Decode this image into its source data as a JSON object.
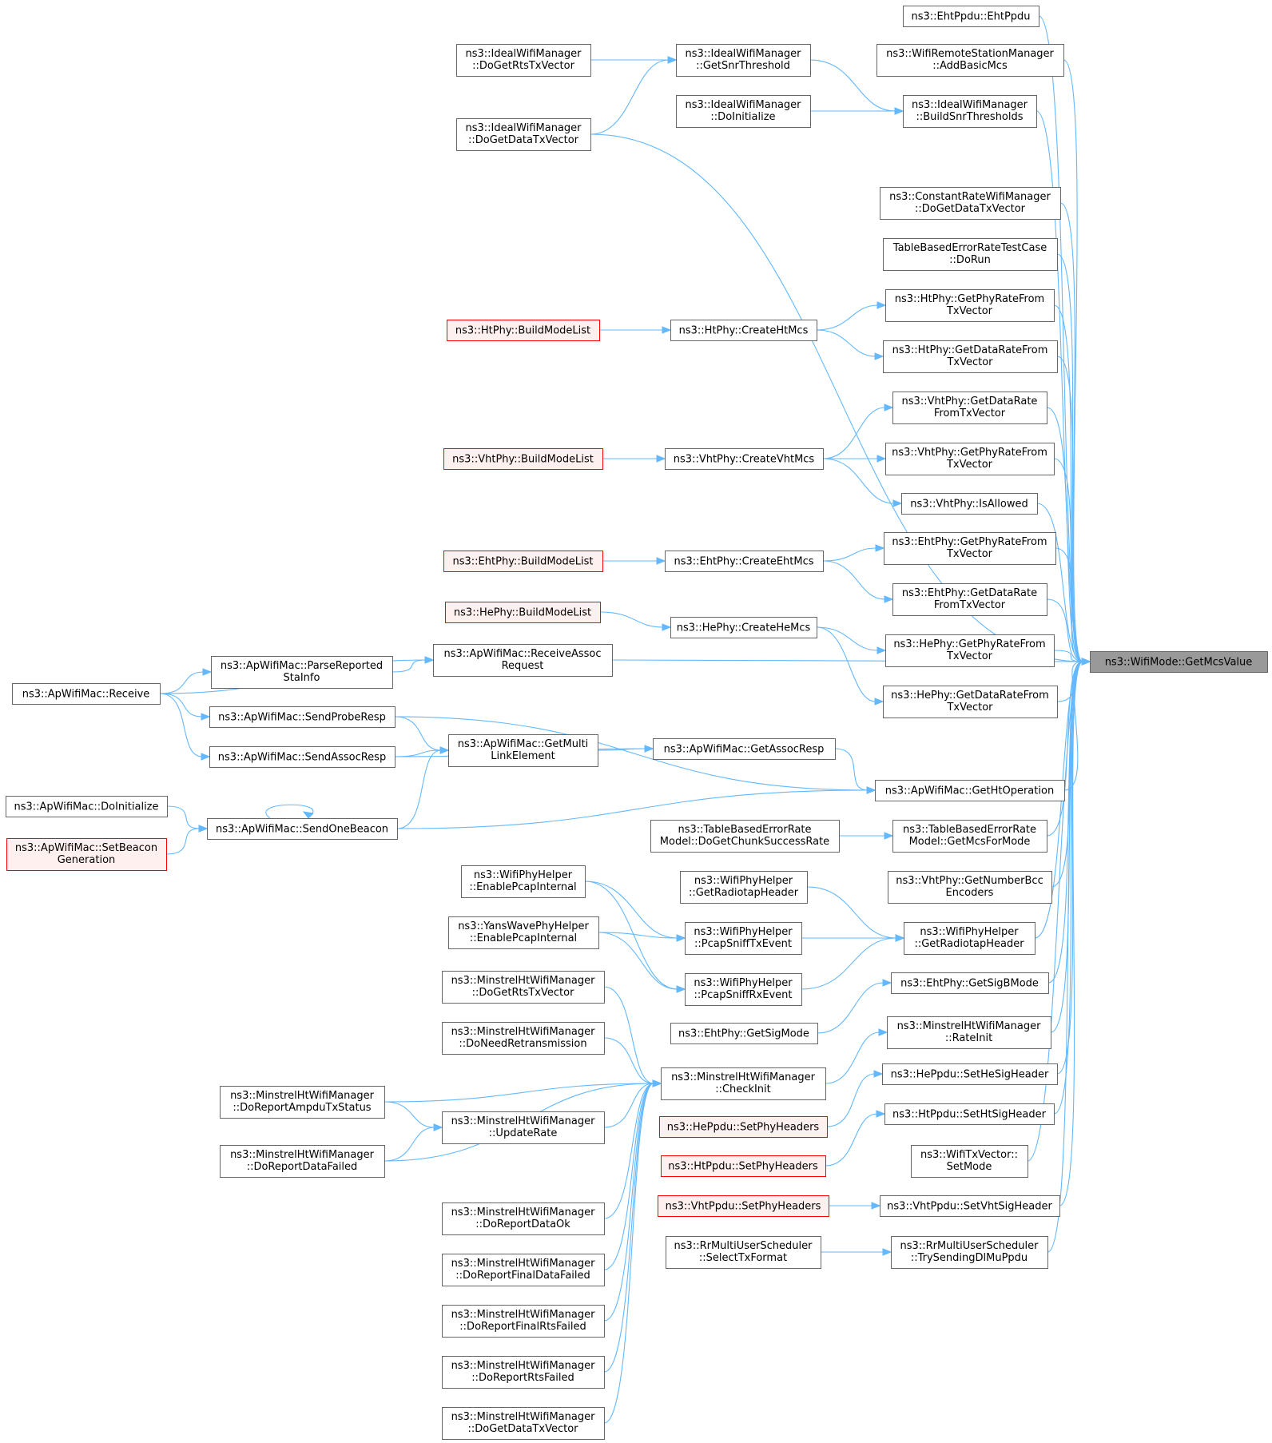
{
  "diagram": {
    "root": "ns3::WifiMode::GetMcsValue",
    "colors": {
      "edge": "#63b8ff",
      "node_border": "#666666",
      "red_border": "#ff0000",
      "red_fill": "#fff0f0",
      "root_fill": "#999999"
    },
    "nodes": [
      {
        "id": "root",
        "lines": [
          "ns3::WifiMode::GetMcsValue"
        ],
        "style": "root"
      },
      {
        "id": "eht_ppdu",
        "lines": [
          "ns3::EhtPpdu::EhtPpdu"
        ]
      },
      {
        "id": "addbasic",
        "lines": [
          "ns3::WifiRemoteStationManager",
          "::AddBasicMcs"
        ]
      },
      {
        "id": "bst",
        "lines": [
          "ns3::IdealWifiManager",
          "::BuildSnrThresholds"
        ]
      },
      {
        "id": "gst",
        "lines": [
          "ns3::IdealWifiManager",
          "::GetSnrThreshold"
        ]
      },
      {
        "id": "idoinit",
        "lines": [
          "ns3::IdealWifiManager",
          "::DoInitialize"
        ]
      },
      {
        "id": "idortsvec",
        "lines": [
          "ns3::IdealWifiManager",
          "::DoGetRtsTxVector"
        ]
      },
      {
        "id": "idodatavec",
        "lines": [
          "ns3::IdealWifiManager",
          "::DoGetDataTxVector"
        ]
      },
      {
        "id": "constrate",
        "lines": [
          "ns3::ConstantRateWifiManager",
          "::DoGetDataTxVector"
        ]
      },
      {
        "id": "tbtest",
        "lines": [
          "TableBasedErrorRateTestCase",
          "::DoRun"
        ]
      },
      {
        "id": "htphyrate",
        "lines": [
          "ns3::HtPhy::GetPhyRateFrom",
          "TxVector"
        ]
      },
      {
        "id": "htdatarate",
        "lines": [
          "ns3::HtPhy::GetDataRateFrom",
          "TxVector"
        ]
      },
      {
        "id": "htcreate",
        "lines": [
          "ns3::HtPhy::CreateHtMcs"
        ]
      },
      {
        "id": "htbuild",
        "lines": [
          "ns3::HtPhy::BuildModeList"
        ],
        "style": "red"
      },
      {
        "id": "vhtdatarate",
        "lines": [
          "ns3::VhtPhy::GetDataRate",
          "FromTxVector"
        ]
      },
      {
        "id": "vhtphyrate",
        "lines": [
          "ns3::VhtPhy::GetPhyRateFrom",
          "TxVector"
        ]
      },
      {
        "id": "vhtallowed",
        "lines": [
          "ns3::VhtPhy::IsAllowed"
        ]
      },
      {
        "id": "vhtcreate",
        "lines": [
          "ns3::VhtPhy::CreateVhtMcs"
        ]
      },
      {
        "id": "vhtbuild",
        "lines": [
          "ns3::VhtPhy::BuildModeList"
        ],
        "style": "red"
      },
      {
        "id": "ehtphyrate",
        "lines": [
          "ns3::EhtPhy::GetPhyRateFrom",
          "TxVector"
        ]
      },
      {
        "id": "ehtdatarate",
        "lines": [
          "ns3::EhtPhy::GetDataRate",
          "FromTxVector"
        ]
      },
      {
        "id": "ehtcreate",
        "lines": [
          "ns3::EhtPhy::CreateEhtMcs"
        ]
      },
      {
        "id": "ehtbuild",
        "lines": [
          "ns3::EhtPhy::BuildModeList"
        ],
        "style": "red"
      },
      {
        "id": "hephyrate",
        "lines": [
          "ns3::HePhy::GetPhyRateFrom",
          "TxVector"
        ]
      },
      {
        "id": "hedatarate",
        "lines": [
          "ns3::HePhy::GetDataRateFrom",
          "TxVector"
        ]
      },
      {
        "id": "hecreate",
        "lines": [
          "ns3::HePhy::CreateHeMcs"
        ]
      },
      {
        "id": "hebuild",
        "lines": [
          "ns3::HePhy::BuildModeList"
        ],
        "style": "red"
      },
      {
        "id": "recvassoc",
        "lines": [
          "ns3::ApWifiMac::ReceiveAssoc",
          "Request"
        ]
      },
      {
        "id": "parsesta",
        "lines": [
          "ns3::ApWifiMac::ParseReported",
          "StaInfo"
        ]
      },
      {
        "id": "receive",
        "lines": [
          "ns3::ApWifiMac::Receive"
        ]
      },
      {
        "id": "sendprobe",
        "lines": [
          "ns3::ApWifiMac::SendProbeResp"
        ]
      },
      {
        "id": "sendassoc",
        "lines": [
          "ns3::ApWifiMac::SendAssocResp"
        ]
      },
      {
        "id": "getmulti",
        "lines": [
          "ns3::ApWifiMac::GetMulti",
          "LinkElement"
        ]
      },
      {
        "id": "getassoc",
        "lines": [
          "ns3::ApWifiMac::GetAssocResp"
        ]
      },
      {
        "id": "gethtop",
        "lines": [
          "ns3::ApWifiMac::GetHtOperation"
        ]
      },
      {
        "id": "apdoinit",
        "lines": [
          "ns3::ApWifiMac::DoInitialize"
        ]
      },
      {
        "id": "sendbeacon",
        "lines": [
          "ns3::ApWifiMac::SendOneBeacon"
        ]
      },
      {
        "id": "setbeacon",
        "lines": [
          "ns3::ApWifiMac::SetBeacon",
          "Generation"
        ],
        "style": "red"
      },
      {
        "id": "tbchunk",
        "lines": [
          "ns3::TableBasedErrorRate",
          "Model::DoGetChunkSuccessRate"
        ]
      },
      {
        "id": "tbmcs",
        "lines": [
          "ns3::TableBasedErrorRate",
          "Model::GetMcsForMode"
        ]
      },
      {
        "id": "vhtbcc",
        "lines": [
          "ns3::VhtPhy::GetNumberBcc",
          "Encoders"
        ]
      },
      {
        "id": "radiotap_l",
        "lines": [
          "ns3::WifiPhyHelper",
          "::GetRadiotapHeader"
        ]
      },
      {
        "id": "radiotap_r",
        "lines": [
          "ns3::WifiPhyHelper",
          "::GetRadiotapHeader"
        ]
      },
      {
        "id": "enpcap",
        "lines": [
          "ns3::WifiPhyHelper",
          "::EnablePcapInternal"
        ]
      },
      {
        "id": "yanspcap",
        "lines": [
          "ns3::YansWavePhyHelper",
          "::EnablePcapInternal"
        ]
      },
      {
        "id": "sniffTx",
        "lines": [
          "ns3::WifiPhyHelper",
          "::PcapSniffTxEvent"
        ]
      },
      {
        "id": "sniffRx",
        "lines": [
          "ns3::WifiPhyHelper",
          "::PcapSniffRxEvent"
        ]
      },
      {
        "id": "ehtsigb",
        "lines": [
          "ns3::EhtPhy::GetSigBMode"
        ]
      },
      {
        "id": "ehtsig",
        "lines": [
          "ns3::EhtPhy::GetSigMode"
        ]
      },
      {
        "id": "rateinit",
        "lines": [
          "ns3::MinstrelHtWifiManager",
          "::RateInit"
        ]
      },
      {
        "id": "checkinit",
        "lines": [
          "ns3::MinstrelHtWifiManager",
          "::CheckInit"
        ]
      },
      {
        "id": "m_rts",
        "lines": [
          "ns3::MinstrelHtWifiManager",
          "::DoGetRtsTxVector"
        ]
      },
      {
        "id": "m_needre",
        "lines": [
          "ns3::MinstrelHtWifiManager",
          "::DoNeedRetransmission"
        ]
      },
      {
        "id": "m_ampdu",
        "lines": [
          "ns3::MinstrelHtWifiManager",
          "::DoReportAmpduTxStatus"
        ]
      },
      {
        "id": "m_update",
        "lines": [
          "ns3::MinstrelHtWifiManager",
          "::UpdateRate"
        ]
      },
      {
        "id": "m_datafail",
        "lines": [
          "ns3::MinstrelHtWifiManager",
          "::DoReportDataFailed"
        ]
      },
      {
        "id": "m_dataok",
        "lines": [
          "ns3::MinstrelHtWifiManager",
          "::DoReportDataOk"
        ]
      },
      {
        "id": "m_finaldata",
        "lines": [
          "ns3::MinstrelHtWifiManager",
          "::DoReportFinalDataFailed"
        ]
      },
      {
        "id": "m_finalrts",
        "lines": [
          "ns3::MinstrelHtWifiManager",
          "::DoReportFinalRtsFailed"
        ]
      },
      {
        "id": "m_rtsfail",
        "lines": [
          "ns3::MinstrelHtWifiManager",
          "::DoReportRtsFailed"
        ]
      },
      {
        "id": "m_datavec",
        "lines": [
          "ns3::MinstrelHtWifiManager",
          "::DoGetDataTxVector"
        ]
      },
      {
        "id": "hesig",
        "lines": [
          "ns3::HePpdu::SetHeSigHeader"
        ]
      },
      {
        "id": "hephyhdr",
        "lines": [
          "ns3::HePpdu::SetPhyHeaders"
        ],
        "style": "red"
      },
      {
        "id": "htsig",
        "lines": [
          "ns3::HtPpdu::SetHtSigHeader"
        ]
      },
      {
        "id": "htphyhdr",
        "lines": [
          "ns3::HtPpdu::SetPhyHeaders"
        ],
        "style": "red"
      },
      {
        "id": "txvecmode",
        "lines": [
          "ns3::WifiTxVector::",
          "SetMode"
        ]
      },
      {
        "id": "vhtphyhdr",
        "lines": [
          "ns3::VhtPpdu::SetPhyHeaders"
        ],
        "style": "red"
      },
      {
        "id": "vhtsig",
        "lines": [
          "ns3::VhtPpdu::SetVhtSigHeader"
        ]
      },
      {
        "id": "selecttx",
        "lines": [
          "ns3::RrMultiUserScheduler",
          "::SelectTxFormat"
        ]
      },
      {
        "id": "trysend",
        "lines": [
          "ns3::RrMultiUserScheduler",
          "::TrySendingDlMuPpdu"
        ]
      }
    ],
    "edges": [
      [
        "eht_ppdu",
        "root"
      ],
      [
        "addbasic",
        "root"
      ],
      [
        "bst",
        "root"
      ],
      [
        "idodatavec",
        "root"
      ],
      [
        "constrate",
        "root"
      ],
      [
        "tbtest",
        "root"
      ],
      [
        "htphyrate",
        "root"
      ],
      [
        "htdatarate",
        "root"
      ],
      [
        "vhtdatarate",
        "root"
      ],
      [
        "vhtphyrate",
        "root"
      ],
      [
        "vhtallowed",
        "root"
      ],
      [
        "ehtphyrate",
        "root"
      ],
      [
        "ehtdatarate",
        "root"
      ],
      [
        "hephyrate",
        "root"
      ],
      [
        "hedatarate",
        "root"
      ],
      [
        "recvassoc",
        "root"
      ],
      [
        "gethtop",
        "root"
      ],
      [
        "tbmcs",
        "root"
      ],
      [
        "vhtbcc",
        "root"
      ],
      [
        "radiotap_r",
        "root"
      ],
      [
        "ehtsigb",
        "root"
      ],
      [
        "rateinit",
        "root"
      ],
      [
        "hesig",
        "root"
      ],
      [
        "htsig",
        "root"
      ],
      [
        "txvecmode",
        "root"
      ],
      [
        "vhtsig",
        "root"
      ],
      [
        "trysend",
        "root"
      ],
      [
        "gst",
        "bst"
      ],
      [
        "idoinit",
        "bst"
      ],
      [
        "idortsvec",
        "gst"
      ],
      [
        "idodatavec",
        "gst"
      ],
      [
        "htcreate",
        "htphyrate"
      ],
      [
        "htcreate",
        "htdatarate"
      ],
      [
        "htbuild",
        "htcreate"
      ],
      [
        "vhtcreate",
        "vhtdatarate"
      ],
      [
        "vhtcreate",
        "vhtphyrate"
      ],
      [
        "vhtcreate",
        "vhtallowed"
      ],
      [
        "vhtbuild",
        "vhtcreate"
      ],
      [
        "ehtcreate",
        "ehtphyrate"
      ],
      [
        "ehtcreate",
        "ehtdatarate"
      ],
      [
        "ehtbuild",
        "ehtcreate"
      ],
      [
        "hecreate",
        "hephyrate"
      ],
      [
        "hecreate",
        "hedatarate"
      ],
      [
        "hebuild",
        "hecreate"
      ],
      [
        "parsesta",
        "recvassoc"
      ],
      [
        "receive",
        "recvassoc"
      ],
      [
        "receive",
        "parsesta"
      ],
      [
        "receive",
        "sendprobe"
      ],
      [
        "receive",
        "sendassoc"
      ],
      [
        "sendprobe",
        "getmulti"
      ],
      [
        "sendassoc",
        "getmulti"
      ],
      [
        "sendbeacon",
        "getmulti"
      ],
      [
        "getmulti",
        "getassoc"
      ],
      [
        "getassoc",
        "gethtop"
      ],
      [
        "sendprobe",
        "gethtop"
      ],
      [
        "sendassoc",
        "getassoc"
      ],
      [
        "sendbeacon",
        "gethtop"
      ],
      [
        "sendbeacon",
        "sendbeacon"
      ],
      [
        "apdoinit",
        "sendbeacon"
      ],
      [
        "setbeacon",
        "sendbeacon"
      ],
      [
        "tbchunk",
        "tbmcs"
      ],
      [
        "radiotap_l",
        "radiotap_r"
      ],
      [
        "sniffTx",
        "radiotap_r"
      ],
      [
        "sniffRx",
        "radiotap_r"
      ],
      [
        "enpcap",
        "sniffTx"
      ],
      [
        "enpcap",
        "sniffRx"
      ],
      [
        "yanspcap",
        "sniffTx"
      ],
      [
        "yanspcap",
        "sniffRx"
      ],
      [
        "ehtsig",
        "ehtsigb"
      ],
      [
        "checkinit",
        "rateinit"
      ],
      [
        "m_rts",
        "checkinit"
      ],
      [
        "m_needre",
        "checkinit"
      ],
      [
        "m_ampdu",
        "checkinit"
      ],
      [
        "m_update",
        "checkinit"
      ],
      [
        "m_datafail",
        "checkinit"
      ],
      [
        "m_dataok",
        "checkinit"
      ],
      [
        "m_finaldata",
        "checkinit"
      ],
      [
        "m_finalrts",
        "checkinit"
      ],
      [
        "m_rtsfail",
        "checkinit"
      ],
      [
        "m_datavec",
        "checkinit"
      ],
      [
        "m_ampdu",
        "m_update"
      ],
      [
        "m_datafail",
        "m_update"
      ],
      [
        "hephyhdr",
        "hesig"
      ],
      [
        "htphyhdr",
        "htsig"
      ],
      [
        "vhtphyhdr",
        "vhtsig"
      ],
      [
        "selecttx",
        "trysend"
      ]
    ]
  }
}
